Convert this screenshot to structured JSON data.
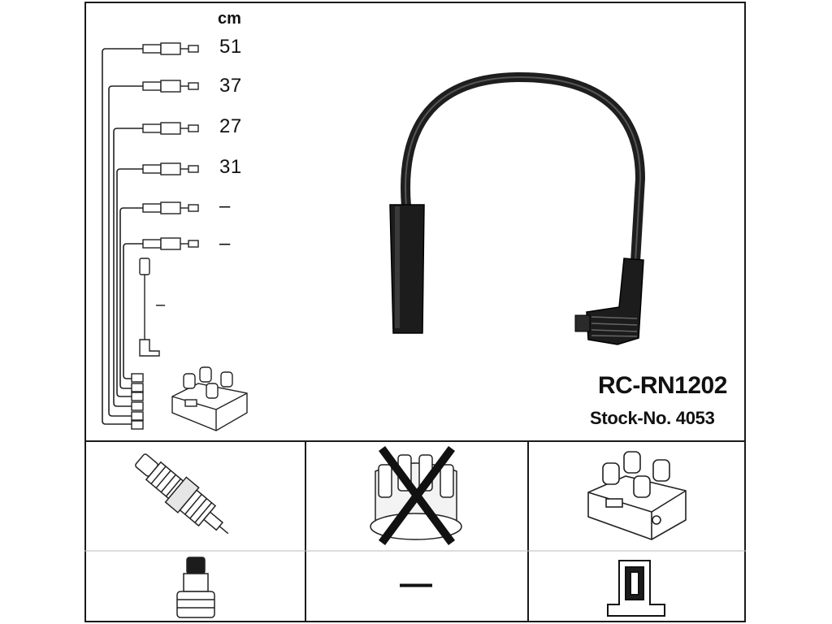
{
  "diagram": {
    "unit_label": "cm",
    "lengths": [
      "51",
      "37",
      "27",
      "31",
      "–",
      "–"
    ],
    "coil_lead_length": "–",
    "model": "RC-RN1202",
    "stock": "Stock-No. 4053",
    "cells": {
      "spark_plug": "spark-plug",
      "distributor_cap": "distributor-cap-crossed",
      "ignition_coil": "ignition-coil",
      "plug_boot": "plug-boot",
      "not_applicable": "—",
      "coil_boot": "coil-boot"
    }
  }
}
